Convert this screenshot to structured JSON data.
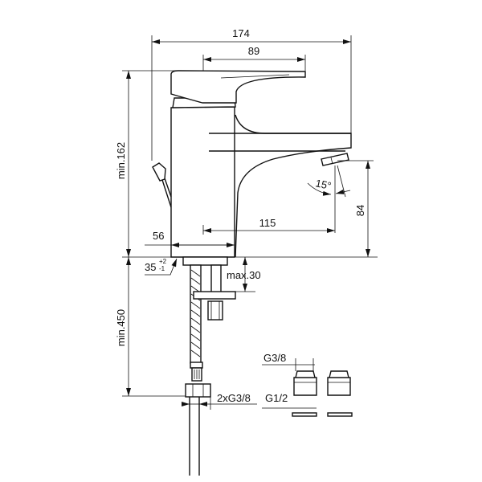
{
  "dimensions": {
    "total_length": "174",
    "handle_length": "89",
    "min_height": "min.162",
    "spout_height": "84",
    "angle": "15°",
    "spout_reach": "115",
    "body_width": "56",
    "hole_diameter": "35",
    "hole_tol_plus": "+2",
    "hole_tol_minus": "-1",
    "max_counter_thickness": "max.30",
    "min_hose_length": "min.450",
    "hose_thread": "2xG3/8",
    "adapter_thread_small": "G3/8",
    "adapter_thread_large": "G1/2"
  }
}
